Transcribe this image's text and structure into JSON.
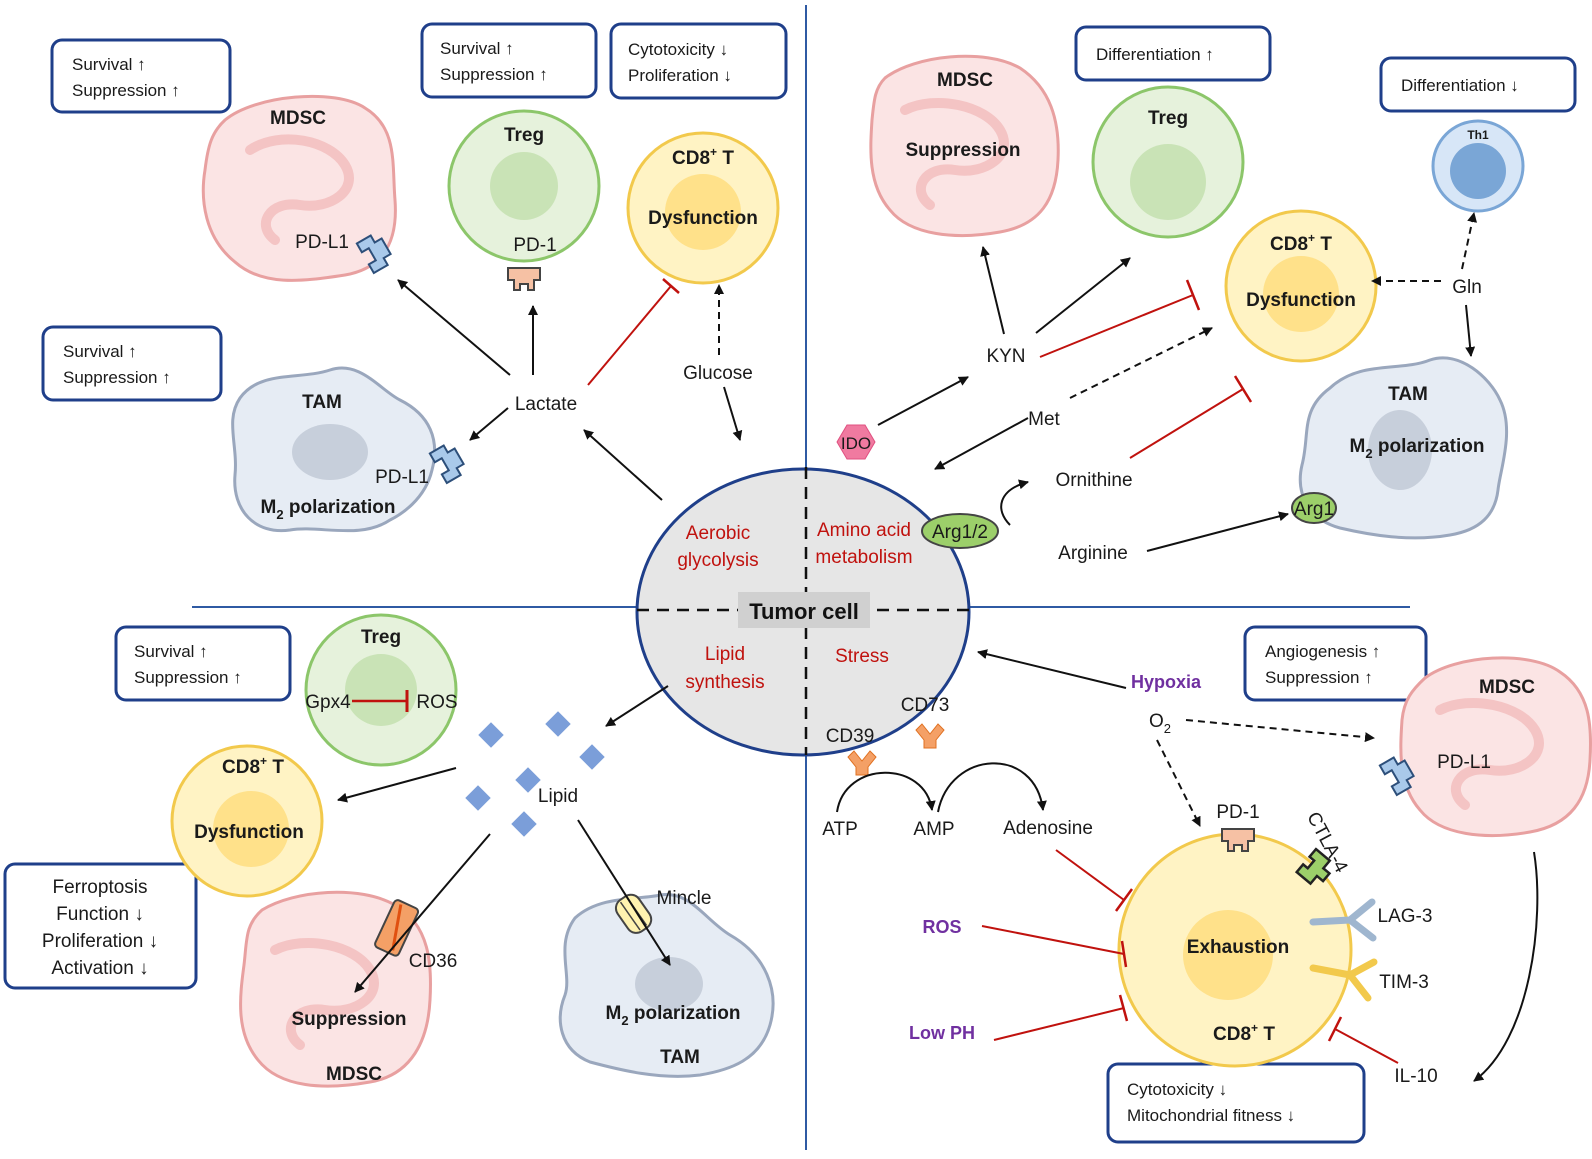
{
  "center": {
    "label": "Tumor cell",
    "q1": [
      "Aerobic",
      "glycolysis"
    ],
    "q2": [
      "Amino acid",
      "metabolism"
    ],
    "q3": [
      "Lipid",
      "synthesis"
    ],
    "q4": "Stress"
  },
  "topLeft": {
    "box_mdsc": [
      "Survival ↑",
      "Suppression ↑"
    ],
    "box_treg": [
      "Survival ↑",
      "Suppression ↑"
    ],
    "box_cd8": [
      "Cytotoxicity ↓",
      "Proliferation ↓"
    ],
    "box_tam": [
      "Survival ↑",
      "Suppression ↑"
    ],
    "mdsc": "MDSC",
    "pdl1_a": "PD-L1",
    "treg": "Treg",
    "pd1": "PD-1",
    "cd8": "CD8",
    "cd8_sup": "+",
    "cd8_t": " T",
    "dysfunction": "Dysfunction",
    "tam": "TAM",
    "pdl1_b": "PD-L1",
    "m2": "M",
    "m2_sub": "2",
    "m2_rest": " polarization",
    "lactate": "Lactate",
    "glucose": "Glucose"
  },
  "topRight": {
    "box_treg": "Differentiation ↑",
    "box_th1": "Differentiation ↓",
    "mdsc": "MDSC",
    "suppression": "Suppression",
    "treg": "Treg",
    "th1": "Th1",
    "cd8": "CD8",
    "cd8_sup": "+",
    "cd8_t": " T",
    "dysfunction": "Dysfunction",
    "gln": "Gln",
    "kyn": "KYN",
    "ido": "IDO",
    "met": "Met",
    "ornithine": "Ornithine",
    "arginine": "Arginine",
    "arg12": "Arg1/2",
    "arg1": "Arg1",
    "tam": "TAM",
    "m2": "M",
    "m2_sub": "2",
    "m2_rest": " polarization"
  },
  "bottomLeft": {
    "box_treg": [
      "Survival ↑",
      "Suppression ↑"
    ],
    "box_cd8": [
      "Ferroptosis",
      "Function ↓",
      "Proliferation ↓",
      "Activation ↓"
    ],
    "treg": "Treg",
    "gpx4": "Gpx4",
    "ros": "ROS",
    "cd8": "CD8",
    "cd8_sup": "+",
    "cd8_t": " T",
    "dysfunction": "Dysfunction",
    "lipid": "Lipid",
    "cd36": "CD36",
    "suppression": "Suppression",
    "mdsc": "MDSC",
    "mincle": "Mincle",
    "m2": "M",
    "m2_sub": "2",
    "m2_rest": " polarization",
    "tam": "TAM"
  },
  "bottomRight": {
    "box_mdsc": [
      "Angiogenesis ↑",
      "Suppression ↑"
    ],
    "box_cd8": [
      "Cytotoxicity ↓",
      "Mitochondrial fitness ↓"
    ],
    "hypoxia": "Hypoxia",
    "o2": "O",
    "o2_sub": "2",
    "cd73": "CD73",
    "cd39": "CD39",
    "atp": "ATP",
    "amp": "AMP",
    "adenosine": "Adenosine",
    "ros": "ROS",
    "lowph": "Low PH",
    "pd1": "PD-1",
    "ctla4": "CTLA-4",
    "lag3": "LAG-3",
    "tim3": "TIM-3",
    "exhaustion": "Exhaustion",
    "cd8": "CD8",
    "cd8_sup": "+",
    "cd8_t": " T",
    "mdsc": "MDSC",
    "pdl1": "PD-L1",
    "il10": "IL-10"
  },
  "colors": {
    "divider": "#2f5aa3",
    "boxBorder": "#1f3f8a",
    "red": "#c0120e",
    "purple": "#7030a0",
    "mdscFill": "#fbe4e4",
    "mdscStroke": "#e8a0a0",
    "tregFill": "#e6f2dc",
    "tregStroke": "#8cc66a",
    "cd8Fill": "#fff3c4",
    "cd8Stroke": "#f2c94c",
    "tamFill": "#e6ecf4",
    "tamStroke": "#9aa7bd",
    "th1Fill": "#d7e6f7",
    "th1Stroke": "#7aa6d6"
  }
}
